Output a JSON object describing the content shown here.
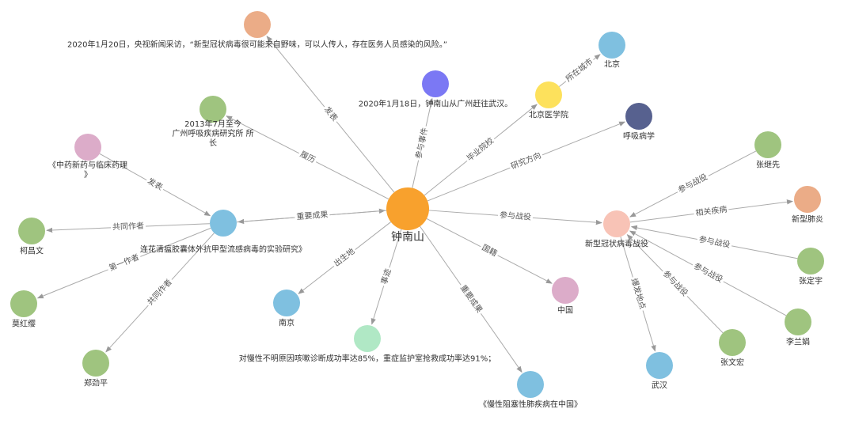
{
  "graph": {
    "nodes": [
      {
        "id": "zhong",
        "label": "钟南山",
        "color": "#f8a12d"
      },
      {
        "id": "quote",
        "label": "2020年1月20日，央视新闻采访，“新型冠状病毒很可能来自野味，可以人传人，存在医务人员感染的风险。”",
        "color": "#ebac87"
      },
      {
        "id": "event18",
        "label": "2020年1月18日，钟南山从广州赶往武汉。",
        "color": "#7b78f4"
      },
      {
        "id": "resume",
        "label": "2013年7月至今 广州呼吸疾病研究所 所长",
        "color": "#9fc47f"
      },
      {
        "id": "pkmc",
        "label": "北京医学院",
        "color": "#fde15c"
      },
      {
        "id": "beijing",
        "label": "北京",
        "color": "#7fc0e0"
      },
      {
        "id": "resp",
        "label": "呼吸病学",
        "color": "#57618f"
      },
      {
        "id": "journal",
        "label": "《中药新药与临床药理》",
        "color": "#dcacc9"
      },
      {
        "id": "paper",
        "label": "连花清瘟胶囊体外抗甲型流感病毒的实验研究》",
        "color": "#7fc0e0"
      },
      {
        "id": "kechangwen",
        "label": "柯昌文",
        "color": "#9fc47f"
      },
      {
        "id": "mohongying",
        "label": "莫红缨",
        "color": "#9fc47f"
      },
      {
        "id": "zhengjinping",
        "label": "郑劲平",
        "color": "#9fc47f"
      },
      {
        "id": "nanjing",
        "label": "南京",
        "color": "#7fc0e0"
      },
      {
        "id": "achieve",
        "label": "对慢性不明原因咳嗽诊断成功率达85%，重症监护室抢救成功率达91%；",
        "color": "#b0e8c5"
      },
      {
        "id": "copd",
        "label": "《慢性阻塞性肺疾病在中国》",
        "color": "#7fc0e0"
      },
      {
        "id": "china",
        "label": "中国",
        "color": "#dcacc9"
      },
      {
        "id": "covid",
        "label": "新型冠状病毒战役",
        "color": "#f8c3b6"
      },
      {
        "id": "wuhan",
        "label": "武汉",
        "color": "#7fc0e0"
      },
      {
        "id": "zhangjixian",
        "label": "张继先",
        "color": "#9fc47f"
      },
      {
        "id": "pneumonia",
        "label": "新型肺炎",
        "color": "#ebac87"
      },
      {
        "id": "zhangdingyu",
        "label": "张定宇",
        "color": "#9fc47f"
      },
      {
        "id": "lilanjuan",
        "label": "李兰娟",
        "color": "#9fc47f"
      },
      {
        "id": "zhangwenhong",
        "label": "张文宏",
        "color": "#9fc47f"
      }
    ],
    "edges": [
      {
        "from": "zhong",
        "to": "quote",
        "label": "发表"
      },
      {
        "from": "zhong",
        "to": "event18",
        "label": "参与事件"
      },
      {
        "from": "zhong",
        "to": "resume",
        "label": "履历"
      },
      {
        "from": "zhong",
        "to": "pkmc",
        "label": "毕业院校"
      },
      {
        "from": "pkmc",
        "to": "beijing",
        "label": "所在城市"
      },
      {
        "from": "zhong",
        "to": "resp",
        "label": "研究方向"
      },
      {
        "from": "paper",
        "to": "zhong",
        "label": "共同作者"
      },
      {
        "from": "zhong",
        "to": "paper",
        "label": "重要成果"
      },
      {
        "from": "journal",
        "to": "paper",
        "label": "发表"
      },
      {
        "from": "paper",
        "to": "kechangwen",
        "label": "共同作者"
      },
      {
        "from": "paper",
        "to": "mohongying",
        "label": "第一作者"
      },
      {
        "from": "paper",
        "to": "zhengjinping",
        "label": "共同作者"
      },
      {
        "from": "zhong",
        "to": "nanjing",
        "label": "出生地"
      },
      {
        "from": "zhong",
        "to": "achieve",
        "label": "事迹"
      },
      {
        "from": "zhong",
        "to": "copd",
        "label": "重要成果"
      },
      {
        "from": "zhong",
        "to": "china",
        "label": "国籍"
      },
      {
        "from": "zhong",
        "to": "covid",
        "label": "参与战役"
      },
      {
        "from": "covid",
        "to": "wuhan",
        "label": "爆发地点"
      },
      {
        "from": "zhangjixian",
        "to": "covid",
        "label": "参与战役"
      },
      {
        "from": "covid",
        "to": "pneumonia",
        "label": "相关疾病"
      },
      {
        "from": "zhangdingyu",
        "to": "covid",
        "label": "参与战役"
      },
      {
        "from": "lilanjuan",
        "to": "covid",
        "label": "参与战役"
      },
      {
        "from": "zhangwenhong",
        "to": "covid",
        "label": "参与战役"
      }
    ]
  }
}
